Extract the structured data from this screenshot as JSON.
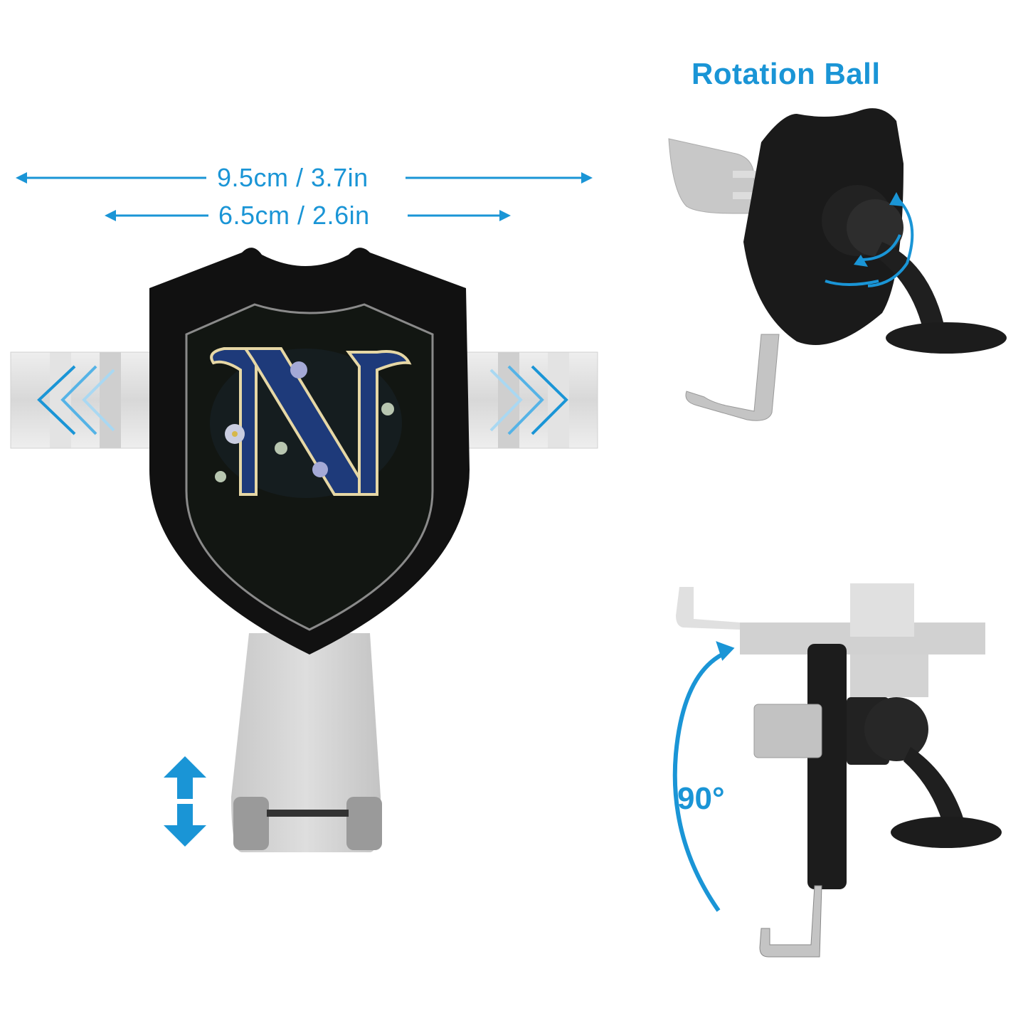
{
  "dimensions": {
    "width_label": "9.5cm / 3.7in",
    "inner_width_label": "6.5cm / 2.6in"
  },
  "rotation_panel": {
    "title": "Rotation Ball"
  },
  "tilt_panel": {
    "angle_label": "90°"
  },
  "product": {
    "monogram_letter": "N",
    "shield_color": "#111111",
    "accent_color": "#1a95d6",
    "clip_color": "#c9c9c9"
  },
  "icons": {
    "horizontal_arrow": "double-headed-arrow",
    "expand_chevrons": "chevron-pair",
    "vertical_arrow": "up-down-arrow",
    "rotation_arrow": "circular-arrow",
    "tilt_arrow": "curved-arrow"
  }
}
